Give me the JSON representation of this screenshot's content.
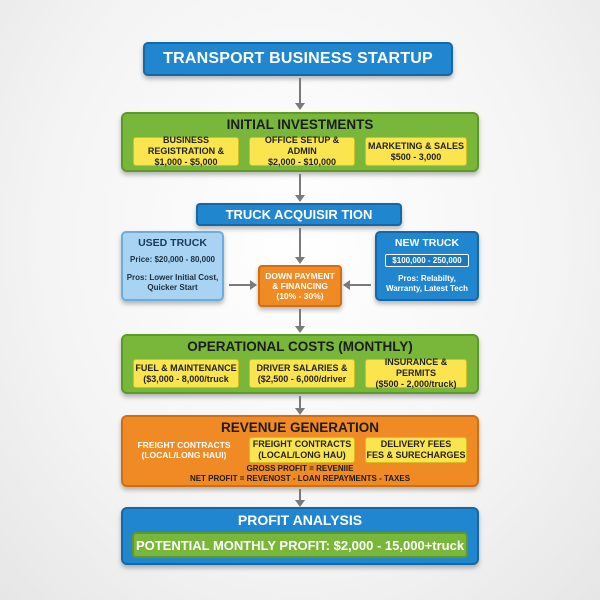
{
  "title": "TRANSPORT BUSINESS STARTUP",
  "initial_investments": {
    "title": "INITIAL INVESTMENTS",
    "cards": [
      {
        "line1": "BUSINESS REGISTRATION &",
        "line2": "$1,000 - $5,000"
      },
      {
        "line1": "OFFICE SETUP & ADMIN",
        "line2": "$2,000 - $10,000"
      },
      {
        "line1": "MARKETING & SALES",
        "line2": "$500 - 3,000"
      }
    ]
  },
  "truck_acquisition": {
    "title": "TRUCK ACQUISIR TION",
    "used": {
      "title": "USED TRUCK",
      "price": "Price: $20,000 - 80,000",
      "pros1": "Pros: Lower Initial Cost,",
      "pros2": "Quicker Start"
    },
    "financing": {
      "line1": "DOWN PAYMENT",
      "line2": "& FINANCING",
      "line3": "(10% - 30%)"
    },
    "new": {
      "title": "NEW TRUCK",
      "price": "$100,000 - 250,000",
      "pros1": "Pros: Relabilty,",
      "pros2": "Warranty, Latest Tech"
    }
  },
  "operational_costs": {
    "title": "OPERATIONAL COSTS (MONTHLY)",
    "cards": [
      {
        "line1": "FUEL & MAINTENANCE",
        "line2": "($3,000 - 8,000/truck"
      },
      {
        "line1": "DRIVER SALARIES &",
        "line2": "($2,500 - 6,000/driver"
      },
      {
        "line1": "INSURANCE & PERMITS",
        "line2": "($500 - 2,000/truck)"
      }
    ]
  },
  "revenue": {
    "title": "REVENUE GENERATION",
    "cards": [
      {
        "line1": "FREIGHT CONTRACTS",
        "line2": "(LOCAL/LONG HAUl)"
      },
      {
        "line1": "FREIGHT CONTRACTS",
        "line2": "(LOCAL/LONG HAU)"
      },
      {
        "line1": "DELIVERY FEES",
        "line2": "FES & SURECHARGES"
      }
    ],
    "gross": "GROSS PROFIT = REVENIIE",
    "net": "NET PROFIT = REVENOST - LOAN REPAYMENTS - TAXES"
  },
  "profit": {
    "title": "PROFIT ANALYSIS",
    "potential": "POTENTIAL MONTHLY PROFIT: $2,000 - 15,000+truck"
  },
  "colors": {
    "blue": "#1f86cf",
    "green": "#79b73b",
    "orange": "#f08a24",
    "yellow": "#fbe54f",
    "light_blue": "#a9d3f2",
    "arrow": "#7a7a7a"
  }
}
